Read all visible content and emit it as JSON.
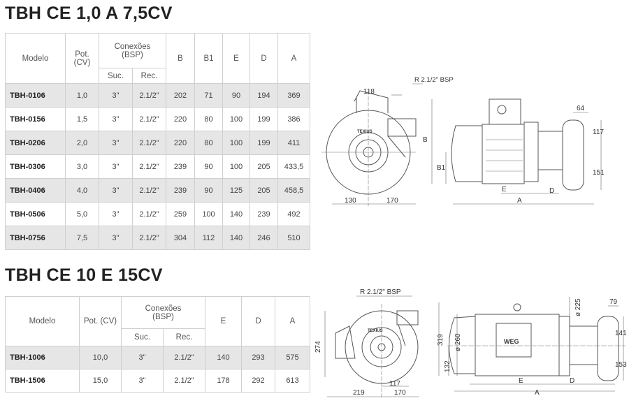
{
  "section1": {
    "title": "TBH CE 1,0 A 7,5CV",
    "headers": {
      "modelo": "Modelo",
      "pot": "Pot. (CV)",
      "conexoes": "Conexões (BSP)",
      "suc": "Suc.",
      "rec": "Rec.",
      "b": "B",
      "b1": "B1",
      "e": "E",
      "d": "D",
      "a": "A"
    },
    "rows": [
      {
        "modelo": "TBH-0106",
        "pot": "1,0",
        "suc": "3\"",
        "rec": "2.1/2\"",
        "b": "202",
        "b1": "71",
        "e": "90",
        "d": "194",
        "a": "369"
      },
      {
        "modelo": "TBH-0156",
        "pot": "1,5",
        "suc": "3\"",
        "rec": "2.1/2\"",
        "b": "220",
        "b1": "80",
        "e": "100",
        "d": "199",
        "a": "386"
      },
      {
        "modelo": "TBH-0206",
        "pot": "2,0",
        "suc": "3\"",
        "rec": "2.1/2\"",
        "b": "220",
        "b1": "80",
        "e": "100",
        "d": "199",
        "a": "411"
      },
      {
        "modelo": "TBH-0306",
        "pot": "3,0",
        "suc": "3\"",
        "rec": "2.1/2\"",
        "b": "239",
        "b1": "90",
        "e": "100",
        "d": "205",
        "a": "433,5"
      },
      {
        "modelo": "TBH-0406",
        "pot": "4,0",
        "suc": "3\"",
        "rec": "2.1/2\"",
        "b": "239",
        "b1": "90",
        "e": "125",
        "d": "205",
        "a": "458,5"
      },
      {
        "modelo": "TBH-0506",
        "pot": "5,0",
        "suc": "3\"",
        "rec": "2.1/2\"",
        "b": "259",
        "b1": "100",
        "e": "140",
        "d": "239",
        "a": "492"
      },
      {
        "modelo": "TBH-0756",
        "pot": "7,5",
        "suc": "3\"",
        "rec": "2.1/2\"",
        "b": "304",
        "b1": "112",
        "e": "140",
        "d": "246",
        "a": "510"
      }
    ],
    "drawing": {
      "thread": "R 2.1/2\" BSP",
      "d118": "118",
      "d130": "130",
      "d170": "170",
      "b": "B",
      "b1": "B1",
      "e": "E",
      "d": "D",
      "a": "A",
      "d64": "64",
      "d117": "117",
      "d151": "151",
      "brand": "TEXIUS"
    }
  },
  "section2": {
    "title": "TBH CE 10 E 15CV",
    "headers": {
      "modelo": "Modelo",
      "pot": "Pot. (CV)",
      "conexoes": "Conexões (BSP)",
      "suc": "Suc.",
      "rec": "Rec.",
      "e": "E",
      "d": "D",
      "a": "A"
    },
    "rows": [
      {
        "modelo": "TBH-1006",
        "pot": "10,0",
        "suc": "3\"",
        "rec": "2.1/2\"",
        "e": "140",
        "d": "293",
        "a": "575"
      },
      {
        "modelo": "TBH-1506",
        "pot": "15,0",
        "suc": "3\"",
        "rec": "2.1/2\"",
        "e": "178",
        "d": "292",
        "a": "613"
      }
    ],
    "drawing": {
      "thread": "R 2.1/2\" BSP",
      "d274": "274",
      "d117": "117",
      "d219": "219",
      "d170": "170",
      "d319": "319",
      "d260": "ø 260",
      "d132": "132",
      "d225": "ø 225",
      "d79": "79",
      "d141": "141",
      "d153": "153",
      "e": "E",
      "d": "D",
      "a": "A",
      "brand": "TEXIUS",
      "motor_brand": "WEG"
    }
  }
}
